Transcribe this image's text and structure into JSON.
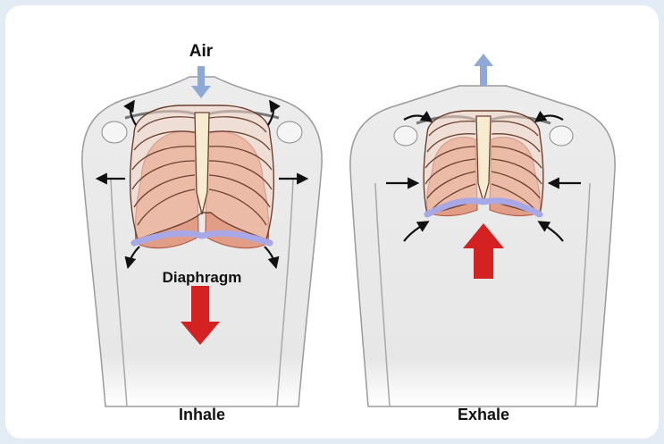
{
  "labels": {
    "air": "Air",
    "diaphragm": "Diaphragm",
    "inhale": "Inhale",
    "exhale": "Exhale"
  },
  "colors": {
    "background": "#e3ecf4",
    "body": "#e9e9e9",
    "body_outline": "#9a9a9a",
    "ribs": "#f2d3c2",
    "lung": "#e8a58e",
    "diaphragm": "#a9a8e6",
    "big_arrow": "#d42222",
    "air_arrow": "#8ea9d8"
  }
}
